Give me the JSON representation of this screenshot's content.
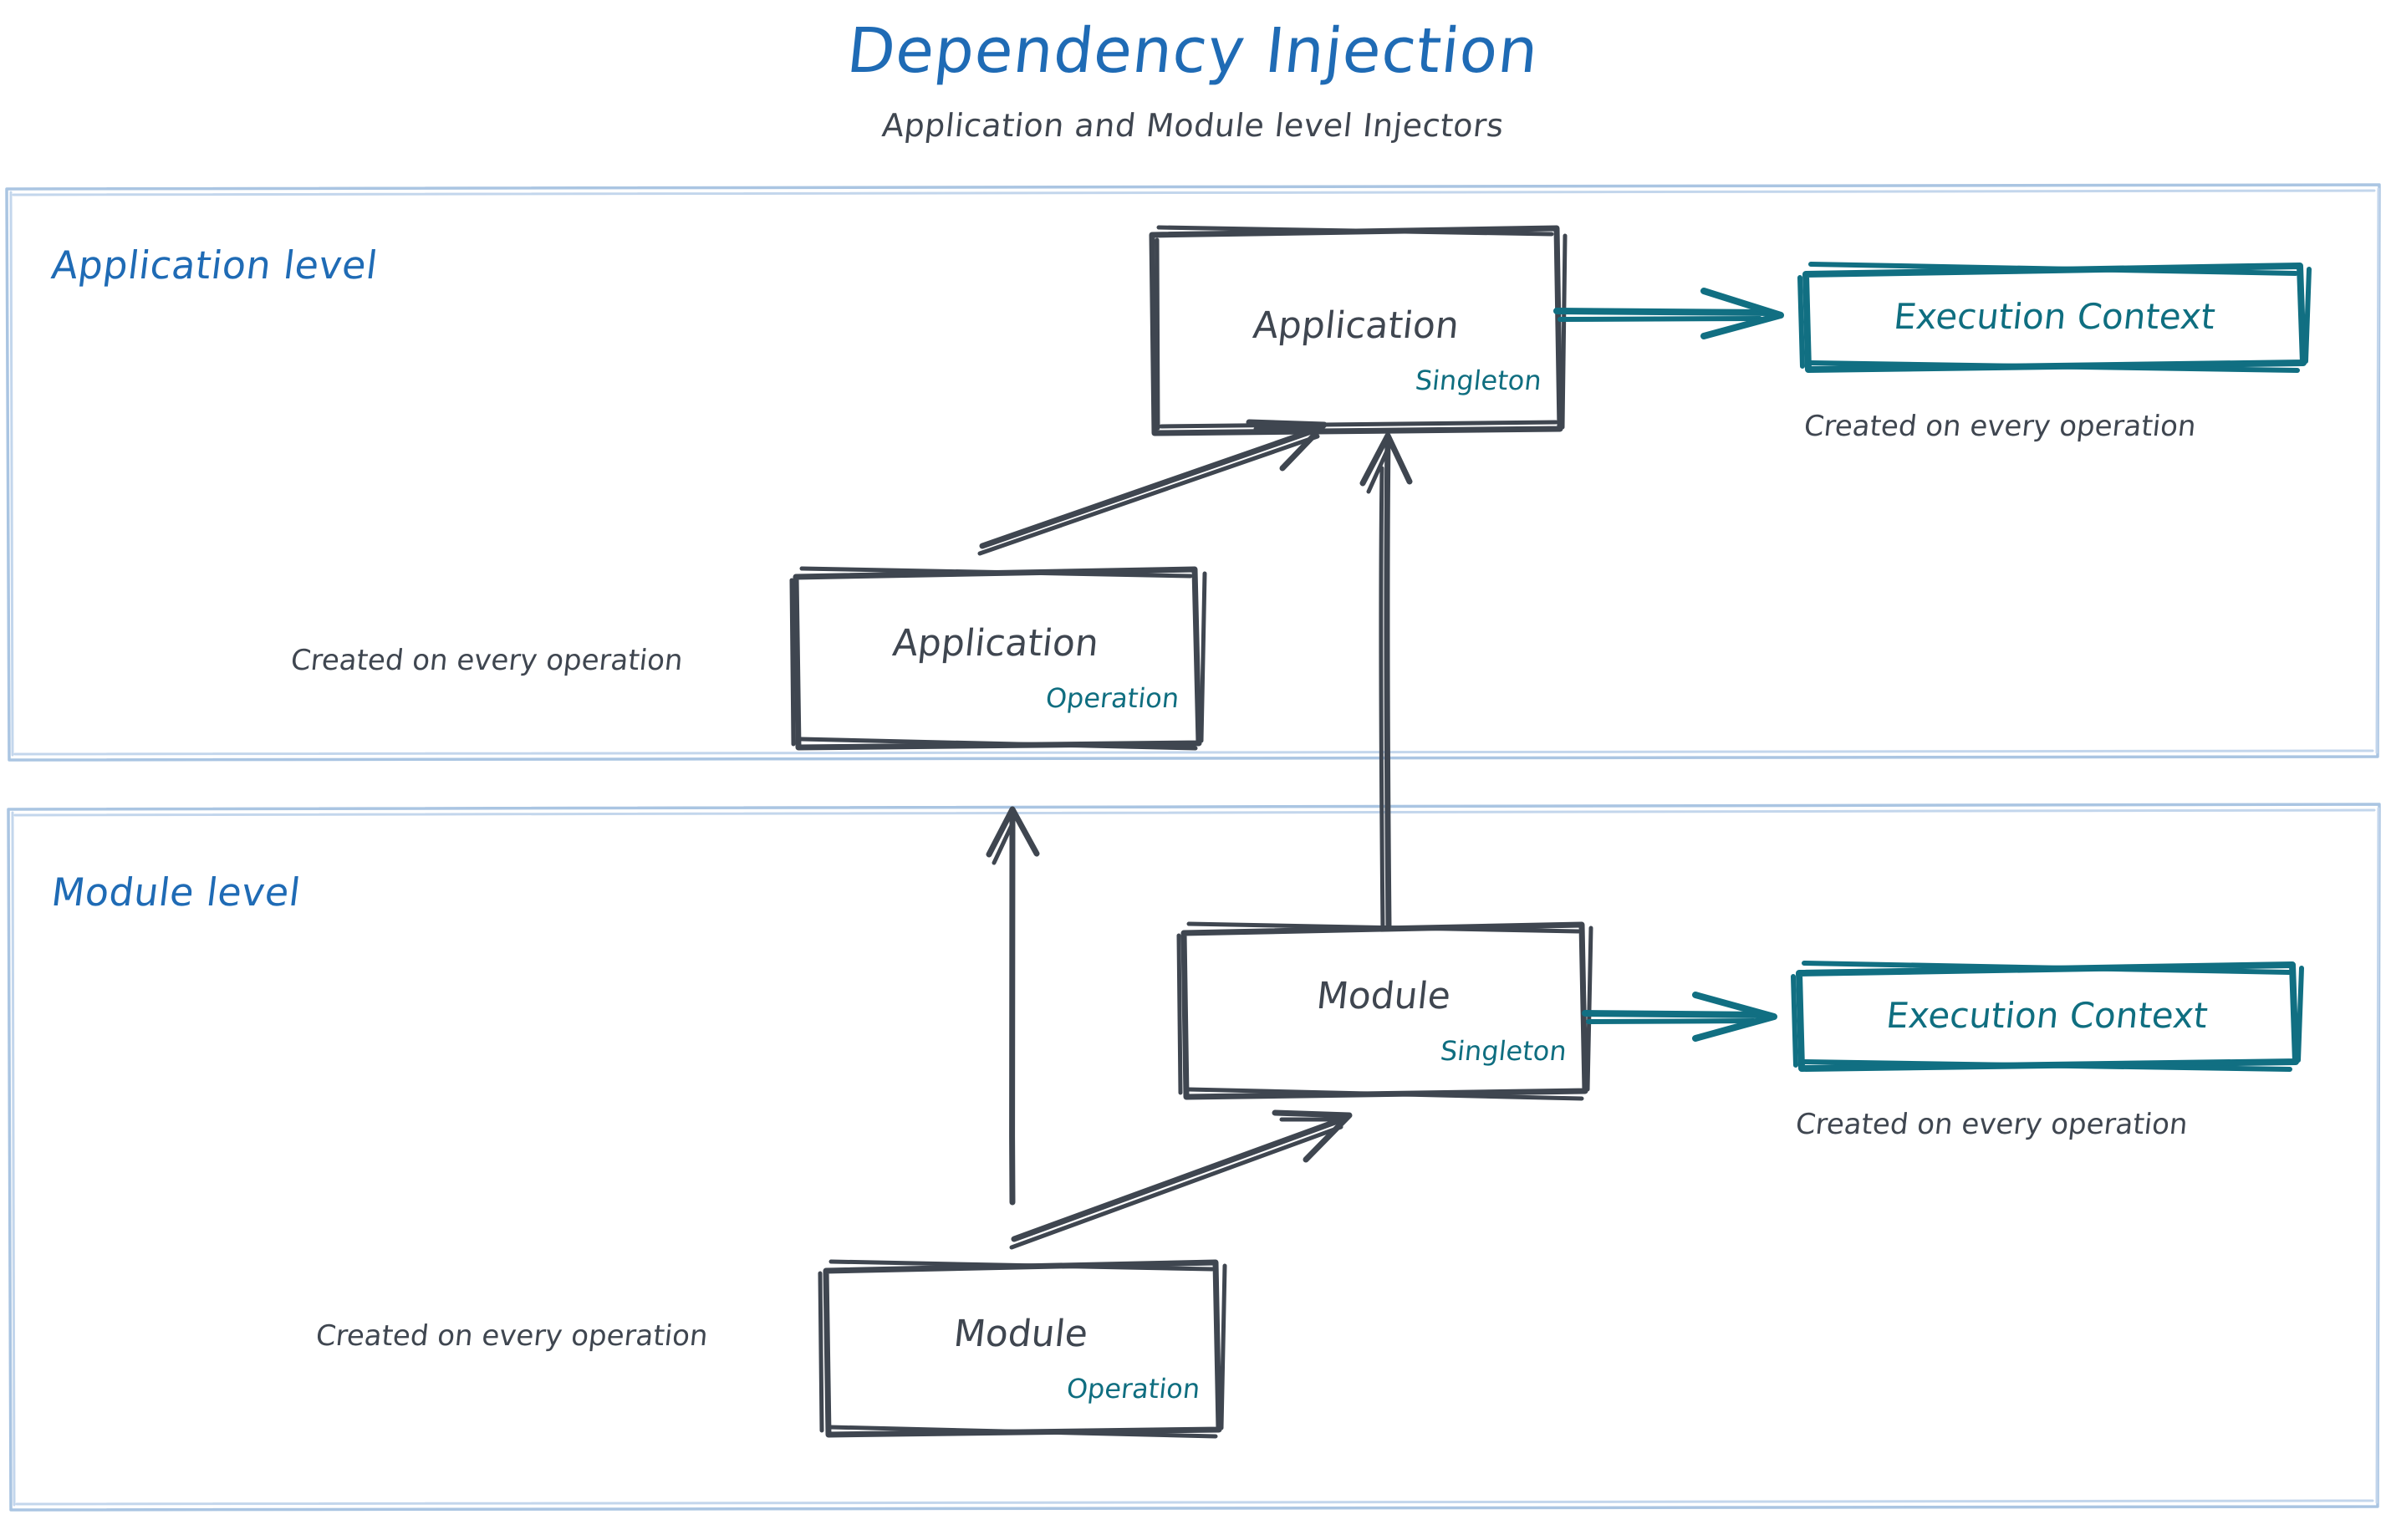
{
  "header": {
    "title": "Dependency Injection",
    "subtitle": "Application and Module level Injectors"
  },
  "colors": {
    "title_blue": "#1f6bb5",
    "lane_label_blue": "#1f6bb5",
    "lane_border_blue": "#aac5e2",
    "node_stroke_gray": "#3f4650",
    "node_text_gray": "#3f4650",
    "scope_teal": "#0f6e80",
    "context_teal": "#116f82",
    "background": "#ffffff"
  },
  "lanes": [
    {
      "id": "application-level",
      "label": "Application level"
    },
    {
      "id": "module-level",
      "label": "Module level"
    }
  ],
  "nodes": [
    {
      "id": "application-singleton",
      "title": "Application",
      "scope": "Singleton"
    },
    {
      "id": "application-operation",
      "title": "Application",
      "scope": "Operation"
    },
    {
      "id": "module-singleton",
      "title": "Module",
      "scope": "Singleton"
    },
    {
      "id": "module-operation",
      "title": "Module",
      "scope": "Operation"
    }
  ],
  "context_boxes": [
    {
      "id": "execution-context-application",
      "title": "Execution Context",
      "caption": "Created on every operation"
    },
    {
      "id": "execution-context-module",
      "title": "Execution Context",
      "caption": "Created on every operation"
    }
  ],
  "captions": {
    "application_operation": "Created on every operation",
    "module_operation": "Created on every operation"
  },
  "arrows": [
    {
      "id": "application-operation-to-application-singleton",
      "style": "sketch-gray",
      "direction": "up-right"
    },
    {
      "id": "application-singleton-to-execution-context",
      "style": "sketch-teal",
      "direction": "right"
    },
    {
      "id": "module-singleton-to-application-singleton",
      "style": "sketch-gray",
      "direction": "up"
    },
    {
      "id": "module-operation-to-application-operation",
      "style": "sketch-gray",
      "direction": "up"
    },
    {
      "id": "module-operation-to-module-singleton",
      "style": "sketch-gray",
      "direction": "up-right"
    },
    {
      "id": "module-singleton-to-execution-context",
      "style": "sketch-teal",
      "direction": "right"
    }
  ]
}
